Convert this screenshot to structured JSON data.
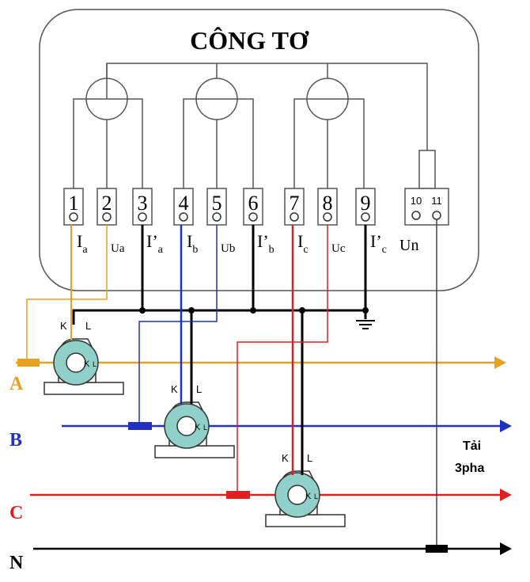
{
  "title": "CÔNG TƠ",
  "terminals": [
    "1",
    "2",
    "3",
    "4",
    "5",
    "6",
    "7",
    "8",
    "9"
  ],
  "neutral_terminals": [
    "10",
    "11"
  ],
  "terminal_labels": [
    {
      "main": "I",
      "sub": "a"
    },
    {
      "main": "Ua",
      "sub": ""
    },
    {
      "main": "I’",
      "sub": "a"
    },
    {
      "main": "I",
      "sub": "b"
    },
    {
      "main": "Ub",
      "sub": ""
    },
    {
      "main": "I’",
      "sub": "b"
    },
    {
      "main": "I",
      "sub": "c"
    },
    {
      "main": "Uc",
      "sub": ""
    },
    {
      "main": "I’",
      "sub": "c"
    }
  ],
  "un_label": "Un",
  "phases": [
    {
      "label": "A",
      "color": "#e8a020"
    },
    {
      "label": "B",
      "color": "#2030c0"
    },
    {
      "label": "C",
      "color": "#e02020"
    },
    {
      "label": "N",
      "color": "#000000"
    }
  ],
  "ct_labels": {
    "k": "K",
    "l": "L",
    "k_inner": "K",
    "l_inner": "L"
  },
  "load_label_line1": "Tải",
  "load_label_line2": "3pha",
  "colors": {
    "ct_body": "#8fd0c8",
    "ct_base": "#ffffff"
  }
}
